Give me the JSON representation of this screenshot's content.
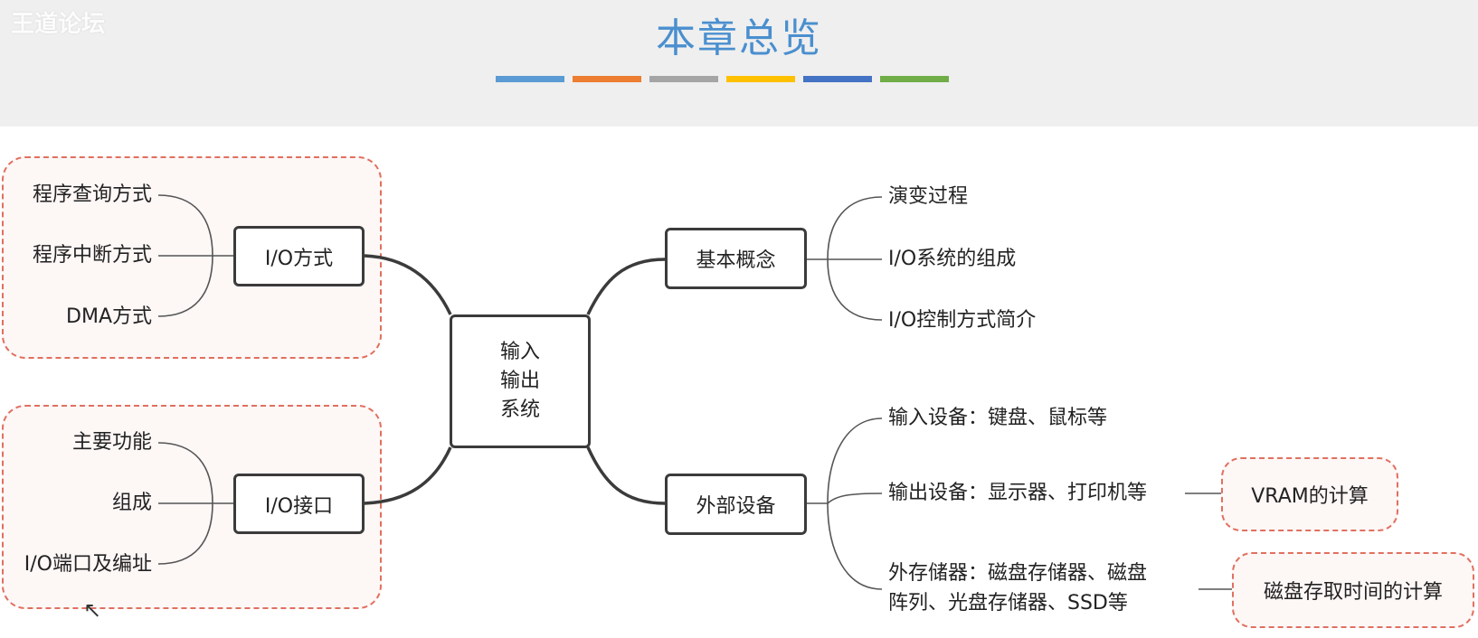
{
  "header": {
    "watermark": "王道论坛",
    "title": "本章总览",
    "bar_colors": [
      "#5b9bd5",
      "#ed7d31",
      "#a5a5a5",
      "#ffc000",
      "#4472c4",
      "#70ad47"
    ]
  },
  "center": {
    "line1": "输入",
    "line2": "输出",
    "line3": "系统"
  },
  "io_method": {
    "label": "I/O方式",
    "items": [
      "程序查询方式",
      "程序中断方式",
      "DMA方式"
    ]
  },
  "io_interface": {
    "label": "I/O接口",
    "items": [
      "主要功能",
      "组成",
      "I/O端口及编址"
    ]
  },
  "basic": {
    "label": "基本概念",
    "items": [
      "演变过程",
      "I/O系统的组成",
      "I/O控制方式简介"
    ]
  },
  "external": {
    "label": "外部设备",
    "input": "输入设备：键盘、鼠标等",
    "output": "输出设备：显示器、打印机等",
    "storage_line1": "外存储器：磁盘存储器、磁盘",
    "storage_line2": "阵列、光盘存储器、SSD等",
    "vram": "VRAM的计算",
    "disk_time": "磁盘存取时间的计算"
  }
}
